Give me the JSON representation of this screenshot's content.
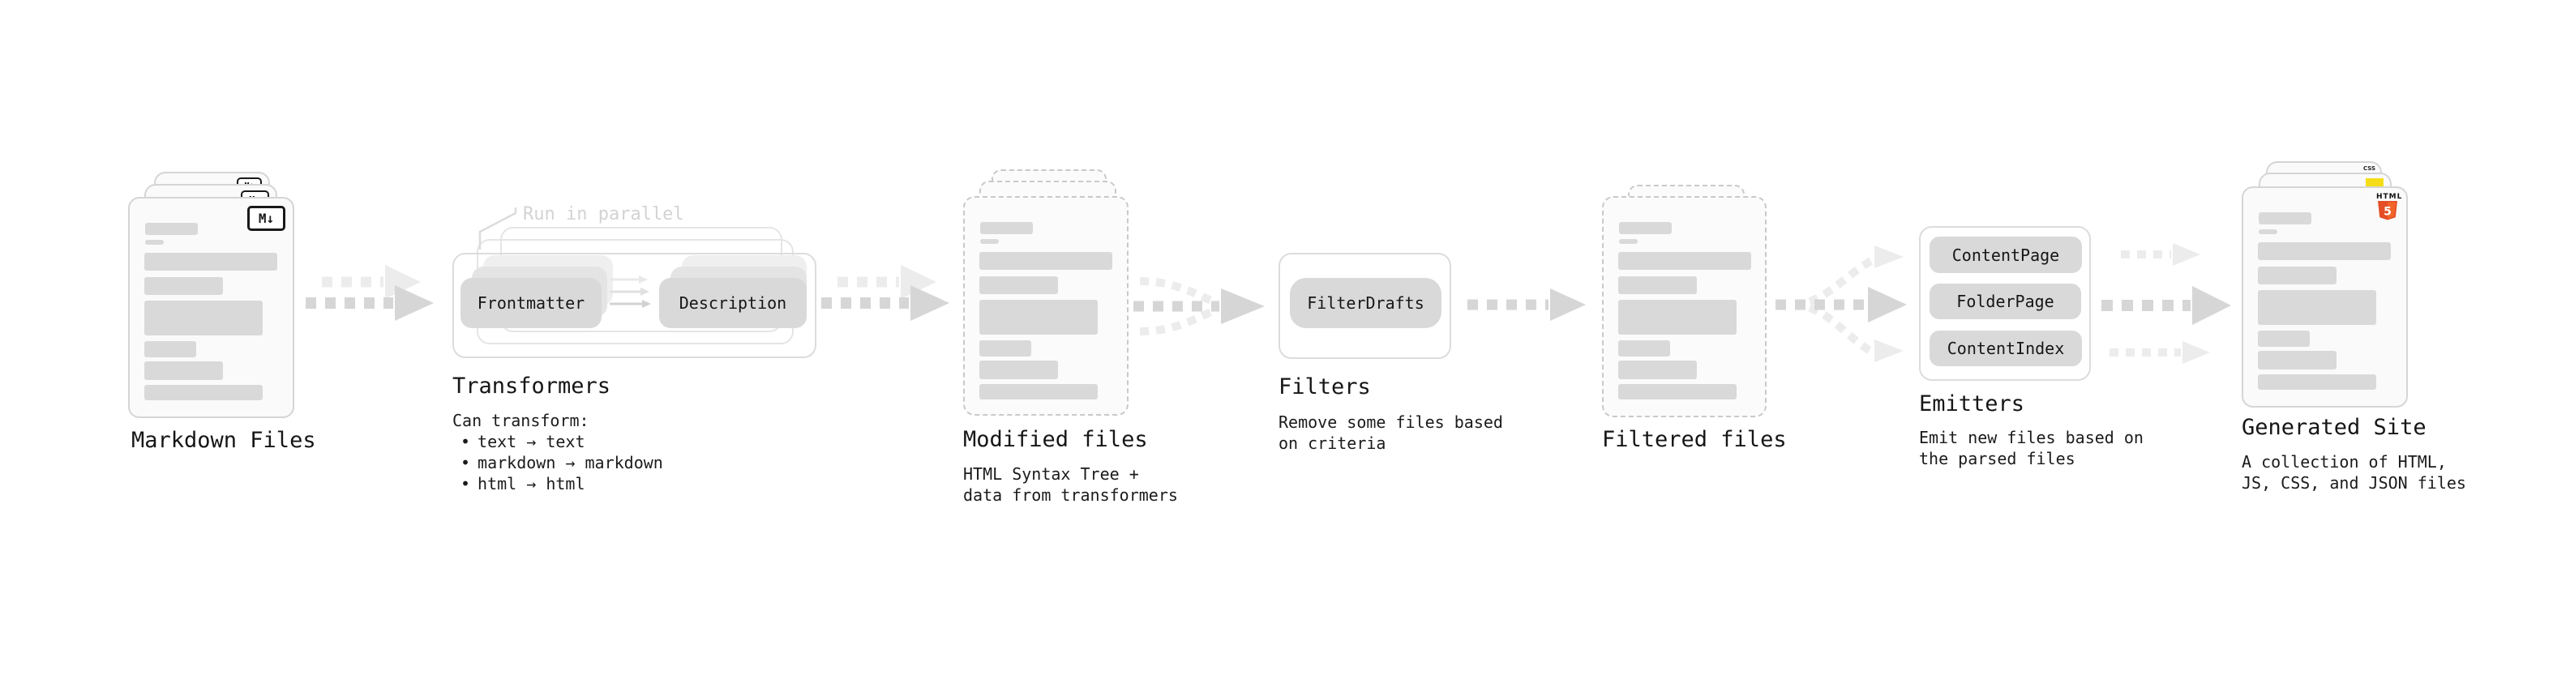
{
  "stages": {
    "markdown_files": {
      "title": "Markdown Files",
      "badge": "M↓"
    },
    "transformers": {
      "title": "Transformers",
      "annotation": "Run in parallel",
      "box1": "Frontmatter",
      "box2": "Description",
      "desc_heading": "Can transform:",
      "bullet_glyph": "•",
      "bullets": [
        "text → text",
        "markdown → markdown",
        "html → html"
      ]
    },
    "modified_files": {
      "title": "Modified files",
      "desc_line1": "HTML Syntax Tree +",
      "desc_line2": "data from transformers"
    },
    "filters": {
      "title": "Filters",
      "box1": "FilterDrafts",
      "desc_line1": "Remove some files based",
      "desc_line2": "on criteria"
    },
    "filtered_files": {
      "title": "Filtered files"
    },
    "emitters": {
      "title": "Emitters",
      "boxes": [
        "ContentPage",
        "FolderPage",
        "ContentIndex"
      ],
      "desc_line1": "Emit new files based on",
      "desc_line2": "the parsed files"
    },
    "generated_site": {
      "title": "Generated Site",
      "desc_line1": "A collection of HTML,",
      "desc_line2": "JS, CSS, and JSON files",
      "css_badge_label": "CSS",
      "html_badge_label": "HTML",
      "html_badge_number": "5"
    }
  },
  "colors": {
    "background": "#ffffff",
    "doc_fill": "#fafafa",
    "doc_border": "#d5d5d5",
    "dashed_border": "#c9c9c9",
    "bar": "#d9d9d9",
    "pill": "#d9d9d9",
    "box_border": "#dcdcdc",
    "arrow": "#d6d6d6",
    "arrow_faint": "#ececec",
    "text": "#1b1b1b",
    "muted": "#d3d3d3",
    "html5_orange": "#e44d26",
    "html5_orange_light": "#f16529",
    "js_yellow": "#f5de19",
    "css_blue": "#2965f1"
  }
}
